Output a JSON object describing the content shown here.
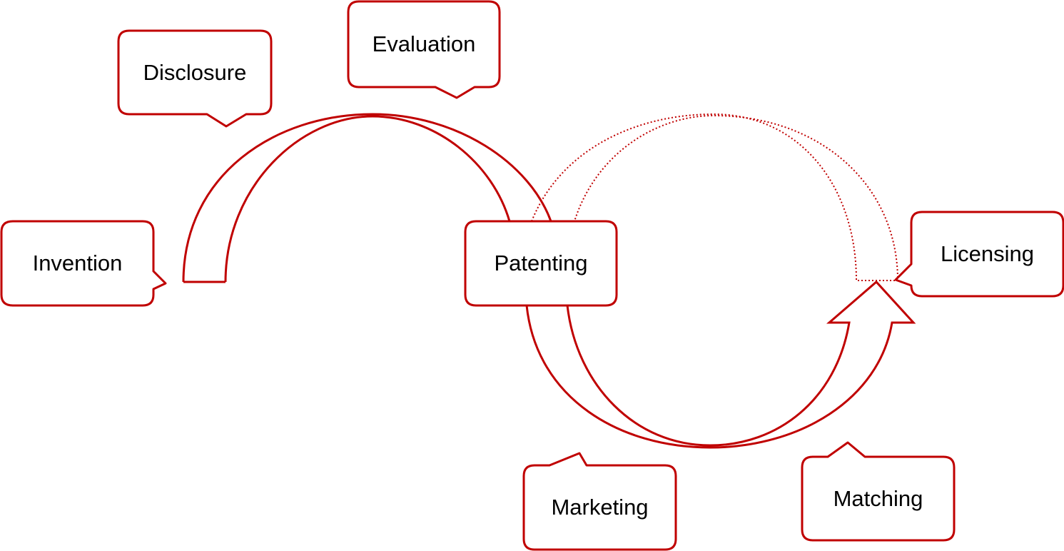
{
  "colors": {
    "accent": "#C00000",
    "text": "#000000",
    "background": "#FFFFFF"
  },
  "stages": {
    "invention": "Invention",
    "disclosure": "Disclosure",
    "evaluation": "Evaluation",
    "patenting": "Patenting",
    "licensing": "Licensing",
    "marketing": "Marketing",
    "matching": "Matching"
  }
}
